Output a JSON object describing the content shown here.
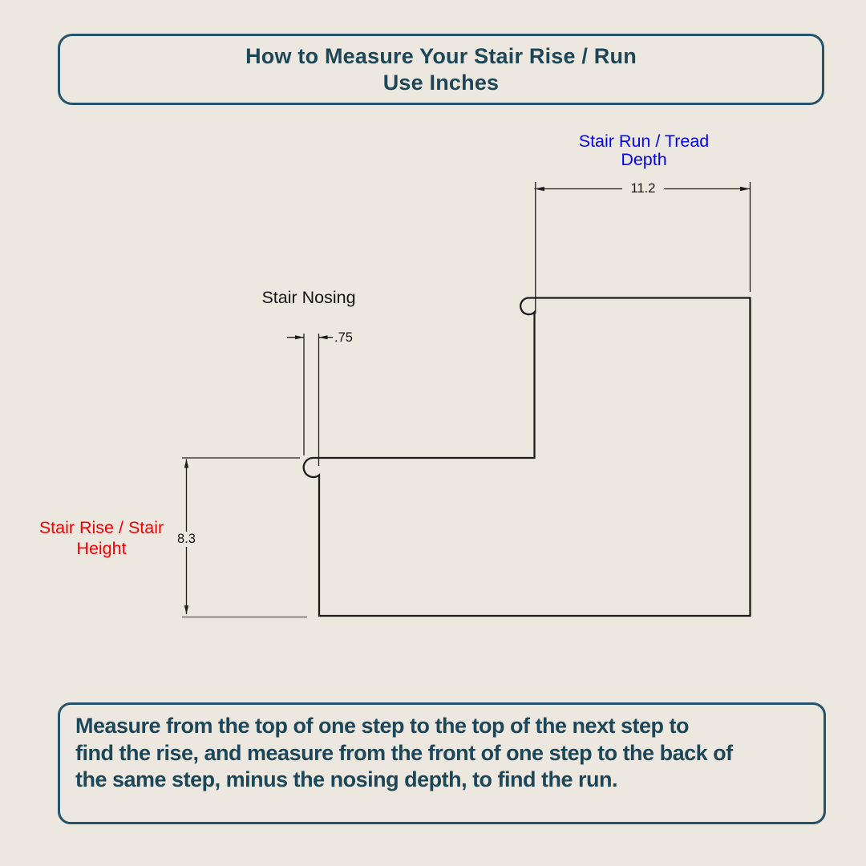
{
  "page": {
    "background_color": "#ece8df",
    "text_color": "#1d4758",
    "box_border_color": "#24536b",
    "diagram_line_color": "#1c1c1c"
  },
  "title_box": {
    "line1": "How to Measure Your Stair Rise / Run",
    "line2": "Use Inches"
  },
  "diagram": {
    "labels": {
      "run": {
        "line1": "Stair Run / Tread",
        "line2": "Depth",
        "color": "#0202f0"
      },
      "nosing": {
        "text": "Stair Nosing",
        "color": "#151515"
      },
      "rise": {
        "line1": "Stair Rise / Stair",
        "line2": "Height",
        "color": "#f80000"
      }
    },
    "dimensions": {
      "run_value": "11.2",
      "nosing_value": ".75",
      "rise_value": "8.3",
      "units": "inches"
    }
  },
  "instruction_box": {
    "lines": [
      "Measure from the top of one step to the top of the next step to",
      "find the rise, and measure from the front of one step to the back of",
      "the same step, minus the nosing depth, to find the run."
    ]
  }
}
